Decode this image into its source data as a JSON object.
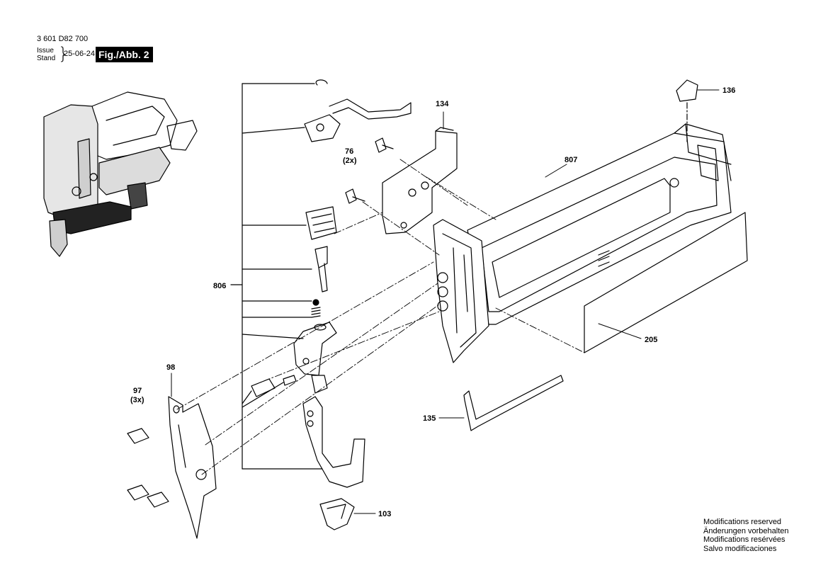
{
  "header": {
    "doc_number": "3 601 D82 700",
    "issue_label": "Issue",
    "stand_label": "Stand",
    "date": "25-06-24",
    "figure_label": "Fig./Abb. 2"
  },
  "callouts": {
    "c136": "136",
    "c134": "134",
    "c76": "76",
    "c76_qty": "(2x)",
    "c807": "807",
    "c806": "806",
    "c205": "205",
    "c98": "98",
    "c97": "97",
    "c97_qty": "(3x)",
    "c135": "135",
    "c103": "103"
  },
  "footer": {
    "mods": [
      "Modifications reserved",
      "Änderungen vorbehalten",
      "Modifications resérvées",
      "Salvo modificaciones"
    ]
  }
}
